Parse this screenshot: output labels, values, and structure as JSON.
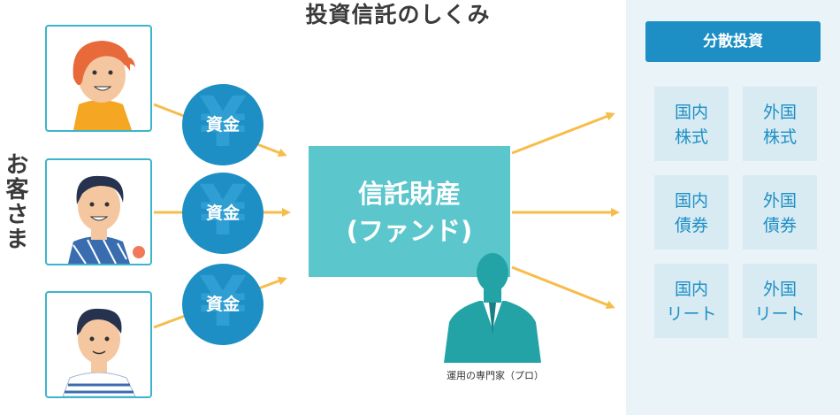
{
  "title": "投資信託のしくみ",
  "customers_label": "お客さま",
  "fund_circles": [
    {
      "label": "資金",
      "symbol": "¥"
    },
    {
      "label": "資金",
      "symbol": "¥"
    },
    {
      "label": "資金",
      "symbol": "¥"
    }
  ],
  "fund_box": {
    "line1": "信託財産",
    "line2": "(ファンド)"
  },
  "expert_caption": "運用の専門家（プロ）",
  "diversify": {
    "header": "分散投資",
    "assets": [
      {
        "line1": "国内",
        "line2": "株式"
      },
      {
        "line1": "外国",
        "line2": "株式"
      },
      {
        "line1": "国内",
        "line2": "債券"
      },
      {
        "line1": "外国",
        "line2": "債券"
      },
      {
        "line1": "国内",
        "line2": "リート"
      },
      {
        "line1": "外国",
        "line2": "リート"
      }
    ]
  },
  "colors": {
    "arrow": "#f7bd4a",
    "circle": "#1d8fc4",
    "fund_box": "#5bc6cc",
    "panel": "#eaf3f8",
    "asset_card": "#d8ebf3",
    "expert": "#23a3a6"
  }
}
